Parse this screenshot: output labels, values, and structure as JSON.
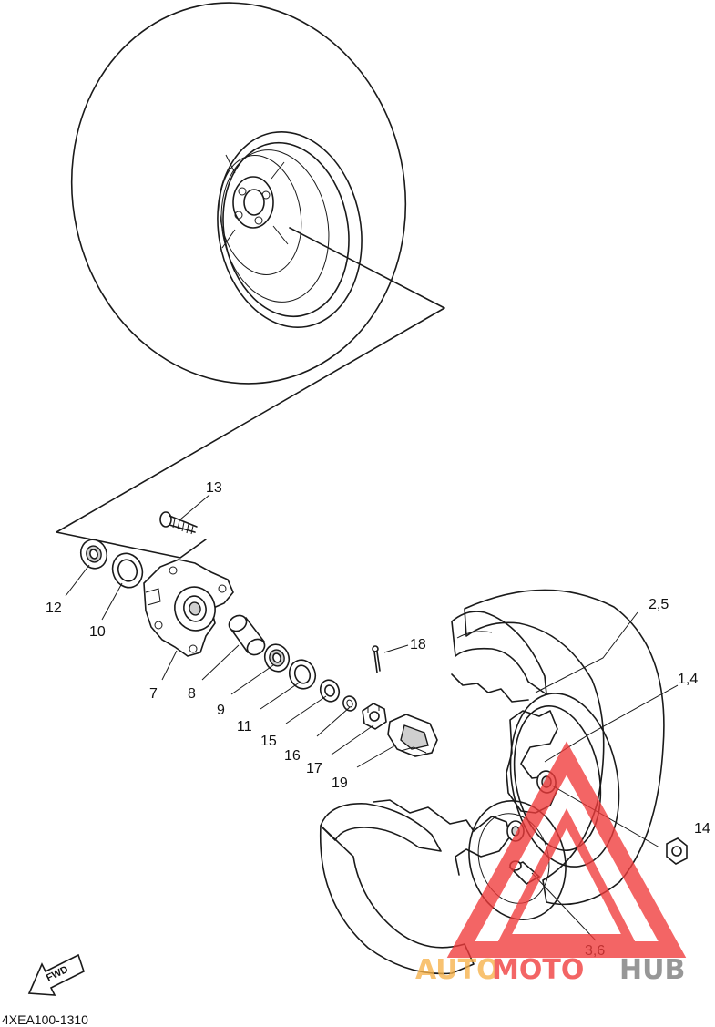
{
  "labels": {
    "p13": "13",
    "p12": "12",
    "p10": "10",
    "p7": "7",
    "p8": "8",
    "p9": "9",
    "p11": "11",
    "p15": "15",
    "p16": "16",
    "p17": "17",
    "p19": "19",
    "p18": "18",
    "p25": "2,5",
    "p14a": "1,4",
    "p14": "14",
    "p36": "3,6"
  },
  "fwd_label": "FWD",
  "diagram_code": "4XEA100-1310",
  "watermark": {
    "auto": "AUTO",
    "moto": "MOTO",
    "hub": "HUB"
  },
  "colors": {
    "line": "#1a1a1a",
    "watermark_red": "#f03a3a",
    "watermark_orange": "#f7b24a",
    "watermark_grey": "#7a7a7a"
  }
}
